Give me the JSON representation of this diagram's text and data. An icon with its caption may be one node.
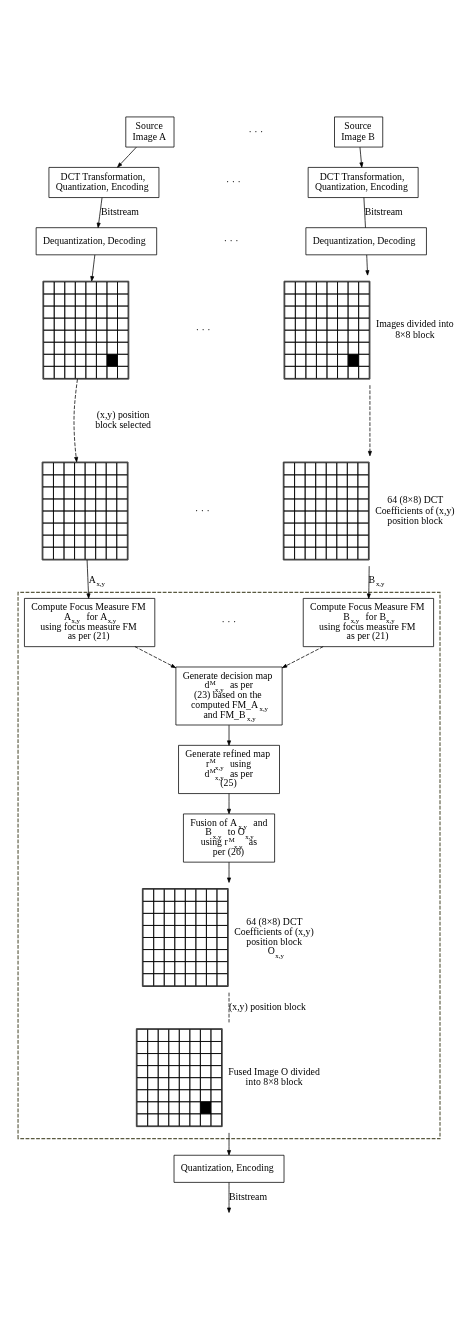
{
  "diagram": {
    "nodes": [
      {
        "text": [
          "Source Image A"
        ]
      },
      {
        "text": [
          "Source Image B"
        ]
      },
      {
        "text": [
          "DCT Transformation, Quantization, Encoding"
        ]
      },
      {
        "text": [
          "DCT Transformation, Quantization, Encoding"
        ]
      },
      {
        "text": [
          "Dequantization, Decoding"
        ]
      },
      {
        "text": [
          "Dequantization, Decoding"
        ]
      },
      {
        "text": [],
        "shape": "grid"
      },
      {
        "text": [],
        "shape": "grid",
        "beside": [
          "Images divided into 8×8 block"
        ]
      },
      {
        "text": [],
        "shape": "grid"
      },
      {
        "text": [],
        "shape": "grid",
        "beside": [
          "64 (8×8) DCT Coefficients of (x,y) position block"
        ]
      },
      {
        "text": [],
        "shape": "box"
      },
      {
        "text": [
          "Compute Focus Measure FM A$_{x,y}$ for A$_{x,y}$ using focus measure FM as per (21)"
        ],
        "in": 10
      },
      {
        "text": [
          "Compute Focus Measure FM B$_{x,y}$ for B$_{x,y}$ using focus measure FM as per (21)"
        ],
        "in": 10
      },
      {
        "text": [
          "Generate decision map d$^{M}$$_{x,y}$ as per (23) based on the computed FM_A$_{x,y}$ and FM_B$_{x,y}$"
        ],
        "in": 10
      },
      {
        "text": [
          "Generate refined map r$^{M}$$_{x,y}$ using d$^{M}$$_{x,y}$ as per (25)"
        ],
        "in": 10
      },
      {
        "text": [
          "Fusion of A$_{x,y}$ and B$_{x,y}$ to O$_{x,y}$ using r$^{M}$$_{x,y}$ as per (26)"
        ],
        "in": 10
      },
      {
        "text": [],
        "shape": "grid",
        "in": 10,
        "beside": [
          "64 (8×8) DCT Coefficients of (x,y) position block O$_{x,y}$"
        ]
      },
      {
        "text": [],
        "shape": "grid",
        "in": 10,
        "beside": [
          "Fused Image O divided into 8×8 block"
        ]
      },
      {
        "text": [
          "Quantization, Encoding"
        ]
      }
    ],
    "edges": [
      {
        "from": 0,
        "to": 2,
        "arrow": "to"
      },
      {
        "from": 1,
        "to": 3,
        "arrow": "to"
      },
      {
        "from": 2,
        "to": 4,
        "arrow": "to",
        "label": "Bitstream"
      },
      {
        "from": 3,
        "to": 5,
        "arrow": "none",
        "label": "Bitstream"
      },
      {
        "from": 4,
        "to": 6,
        "arrow": "to"
      },
      {
        "from": 5,
        "to": 7,
        "arrow": "to"
      },
      {
        "from": 6,
        "to": 8,
        "arrow": "to",
        "style": "dashed"
      },
      {
        "from": 7,
        "to": 9,
        "arrow": "to",
        "style": "dashed"
      },
      {
        "from": 8,
        "to": 11,
        "arrow": "to",
        "label": "A$_{x,y}$"
      },
      {
        "from": 9,
        "to": 12,
        "arrow": "to",
        "label": "B$_{x,y}$"
      },
      {
        "from": 11,
        "to": 13,
        "arrow": "to",
        "style": "dashed"
      },
      {
        "from": 12,
        "to": 13,
        "arrow": "to",
        "style": "dashed"
      },
      {
        "from": 13,
        "to": 14,
        "arrow": "to"
      },
      {
        "from": 14,
        "to": 15,
        "arrow": "to"
      },
      {
        "from": 15,
        "to": 16,
        "arrow": "to"
      },
      {
        "from": 16,
        "to": 17,
        "arrow": "none",
        "style": "dashed",
        "label": "(x,y) position block"
      },
      {
        "from": 17,
        "to": 18,
        "arrow": "to"
      },
      {
        "from": 18,
        "to": null,
        "arrow": "to",
        "label": "Bitstream"
      }
    ],
    "labels": [
      "· · ·",
      "· · ·",
      "· · ·",
      "· · ·",
      "(x,y) position block selected",
      "· · ·",
      "· · ·"
    ]
  }
}
